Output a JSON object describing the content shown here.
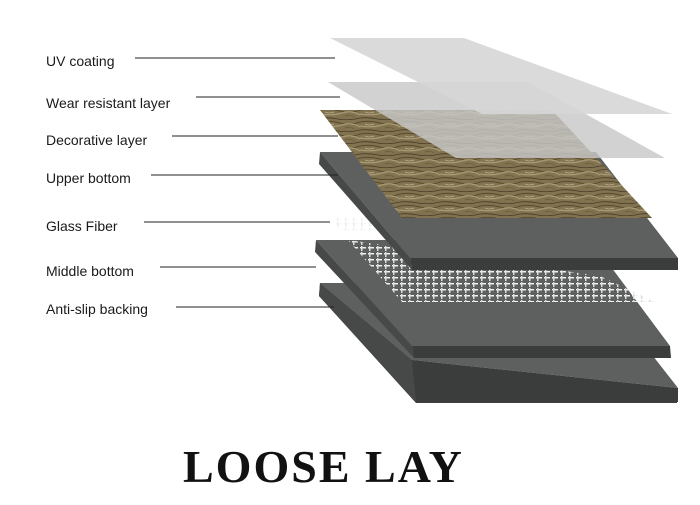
{
  "diagram": {
    "layers": [
      {
        "id": "uv",
        "label": "UV coating"
      },
      {
        "id": "wear",
        "label": "Wear resistant layer"
      },
      {
        "id": "decor",
        "label": "Decorative layer"
      },
      {
        "id": "upper",
        "label": "Upper bottom"
      },
      {
        "id": "glass",
        "label": "Glass Fiber"
      },
      {
        "id": "middle",
        "label": "Middle bottom"
      },
      {
        "id": "antislip",
        "label": "Anti-slip backing"
      }
    ],
    "title": "LOOSE LAY",
    "colors": {
      "uv_fill": "#d6d6d6",
      "wear_fill": "#c8c8c8",
      "slab_top": "#5c5f5d",
      "slab_side": "#3d403e",
      "wood_base": "#8a7a55",
      "fiber": "#e9e9e9",
      "leader": "#222222"
    }
  }
}
